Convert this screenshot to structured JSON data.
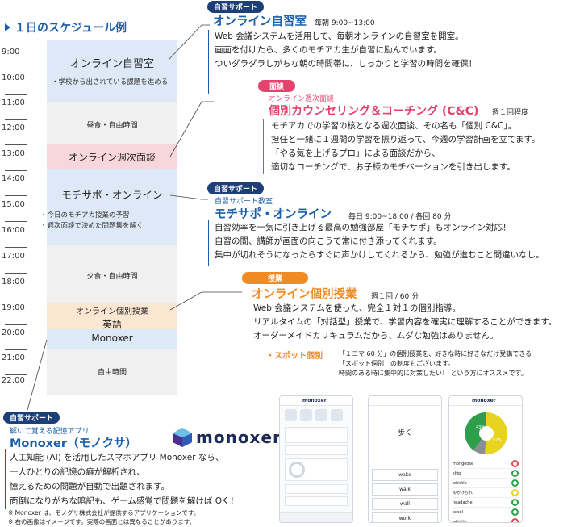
{
  "schedule_heading": "１日のスケジュール例",
  "times": [
    "9:00",
    "10:00",
    "11:00",
    "12:00",
    "13:00",
    "14:00",
    "15:00",
    "16:00",
    "17:00",
    "18:00",
    "19:00",
    "20:00",
    "21:00",
    "22:00"
  ],
  "blocks": {
    "online_study": {
      "title": "オンライン自習室",
      "note": "・学校から出されている課題を進める"
    },
    "lunch": {
      "title": "昼食・自由時間"
    },
    "weekly": {
      "title": "オンライン週次面談"
    },
    "mochisapo": {
      "title": "モチサポ・オンライン",
      "notes": [
        "・今日のモチアカ授業の予習",
        "・週次面談で決めた問題集を解く"
      ]
    },
    "dinner": {
      "title": "夕食・自由時間"
    },
    "private": {
      "title": "オンライン個別授業",
      "subject": "英語"
    },
    "monoxer": {
      "title": "Monoxer"
    },
    "free": {
      "title": "自由時間"
    }
  },
  "sections": {
    "study_room": {
      "tag": "自習サポート",
      "title": "オンライン自習室",
      "meta": "毎朝 9:00~13:00",
      "lines": [
        "Web 会議システムを活用して、毎朝オンラインの自習室を開室。",
        "画面を付けたら、多くのモチアカ生が自習に励んでいます。",
        "ついダラダラしがちな朝の時間帯に、しっかりと学習の時間を確保！"
      ]
    },
    "counseling": {
      "tag": "面談",
      "subtitle": "オンライン週次面談",
      "title": "個別カウンセリング＆コーチング (C&C)",
      "meta": "週１回程度",
      "lines": [
        "モチアカでの学習の核となる週次面談、その名も「個別 C&C」。",
        "担任と一緒に１週間の学習を振り返って、今週の学習計画を立てます。",
        "「やる気を上げるプロ」による面談だから、",
        "適切なコーチングで、お子様のモチベーションを引き出します。"
      ]
    },
    "mochisapo": {
      "tag": "自習サポート",
      "subtitle": "自習サポート教室",
      "title": "モチサポ・オンライン",
      "meta": "毎日 9:00~18:00 / 各回 80 分",
      "lines": [
        "自習効率を一気に引き上げる最高の勉強部屋「モチサポ」もオンライン対応！",
        "自習の間、講師が画面の向こうで常に付き添ってくれます。",
        "集中が切れそうになったらすぐに声かけしてくれるから、勉強が進むこと間違いなし。"
      ]
    },
    "private": {
      "tag": "授業",
      "title": "オンライン個別授業",
      "meta": "週１回 / 60 分",
      "lines": [
        "Web 会議システムを使った、完全１対１の個別指導。",
        "リアルタイムの「対話型」授業で、学習内容を確実に理解することができます。",
        "オーダーメイドカリキュラムだから、ムダな勉強はありません。"
      ],
      "spot_label": "・スポット個別",
      "spot_lines": [
        "「１コマ 60 分」の個別授業を、好きな時に好きなだけ受講できる",
        "「スポット個別」の制度もございます。",
        "時間のある時に集中的に対策したい！ という方にオススメです。"
      ]
    },
    "monoxer": {
      "tag": "自習サポート",
      "subtitle": "解いて覚える記憶アプリ",
      "title": "Monoxer（モノクサ）",
      "logo_text": "monoxer",
      "lines": [
        "人工知能 (AI) を活用したスマホアプリ Monoxer なら、",
        "一人ひとりの記憶の癖が解析され、",
        "憶えるための問題が自動で出題されます。",
        "面倒になりがちな暗記も、ゲーム感覚で問題を解けば OK ！"
      ],
      "footnotes": [
        "※ Monoxer は、モノグサ株式会社が提供するアプリケーションです。",
        "※ 右の画像はイメージです。実際の画面とは異なることがあります。"
      ]
    }
  },
  "phones": {
    "p1": {
      "header": "monoxer"
    },
    "p2": {
      "question": "歩く",
      "choices": [
        "wake",
        "walk",
        "wall",
        "work"
      ]
    },
    "p3": {
      "header": "monoxer",
      "pct_a": "43%",
      "pct_b": "57%",
      "words": [
        "mongoose",
        "ship",
        "whistle",
        "ゆかけられ",
        "headache",
        "excel",
        "whistle"
      ]
    }
  },
  "colors": {
    "blue": "#1a5fa8",
    "navy": "#1d3f78",
    "pink": "#e5426d",
    "orange": "#f08a24"
  }
}
